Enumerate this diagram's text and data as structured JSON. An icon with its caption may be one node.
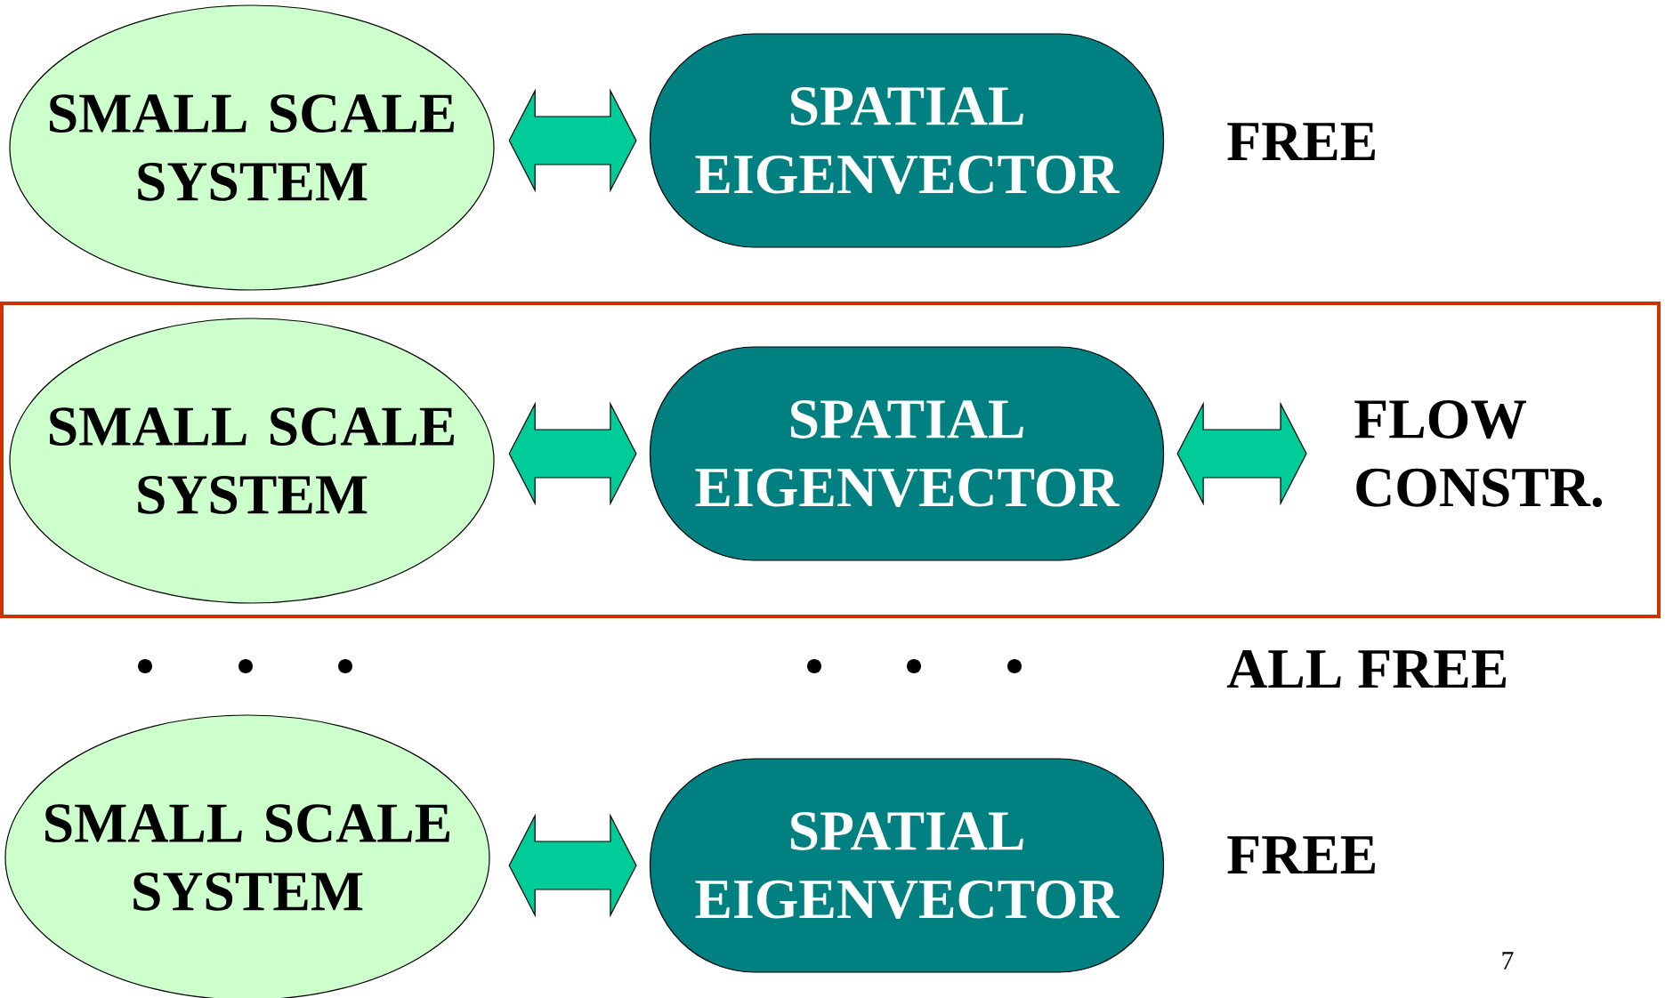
{
  "diagram": {
    "nodes": [
      {
        "text": [
          "SMALL SCALE SYSTEM"
        ]
      },
      {
        "text": [
          "SPATIAL EIGENVECTOR"
        ]
      },
      {
        "text": [],
        "shape": "box"
      },
      {
        "text": [
          "SMALL SCALE SYSTEM"
        ],
        "in": 2
      },
      {
        "text": [
          "SPATIAL EIGENVECTOR"
        ],
        "in": 2
      },
      {
        "text": [
          "FLOW CONSTR."
        ],
        "in": 2
      },
      {
        "text": [
          "SMALL SCALE SYSTEM"
        ]
      },
      {
        "text": [
          "SPATIAL EIGENVECTOR"
        ]
      }
    ],
    "edges": [
      {
        "from": 0,
        "to": 1,
        "arrow": "both"
      },
      {
        "from": 3,
        "to": 4,
        "arrow": "both"
      },
      {
        "from": 4,
        "to": 5,
        "arrow": "both"
      },
      {
        "from": 6,
        "to": 7,
        "arrow": "both"
      }
    ],
    "labels": [
      "FREE",
      "ALL FREE",
      "FREE",
      "7"
    ]
  }
}
